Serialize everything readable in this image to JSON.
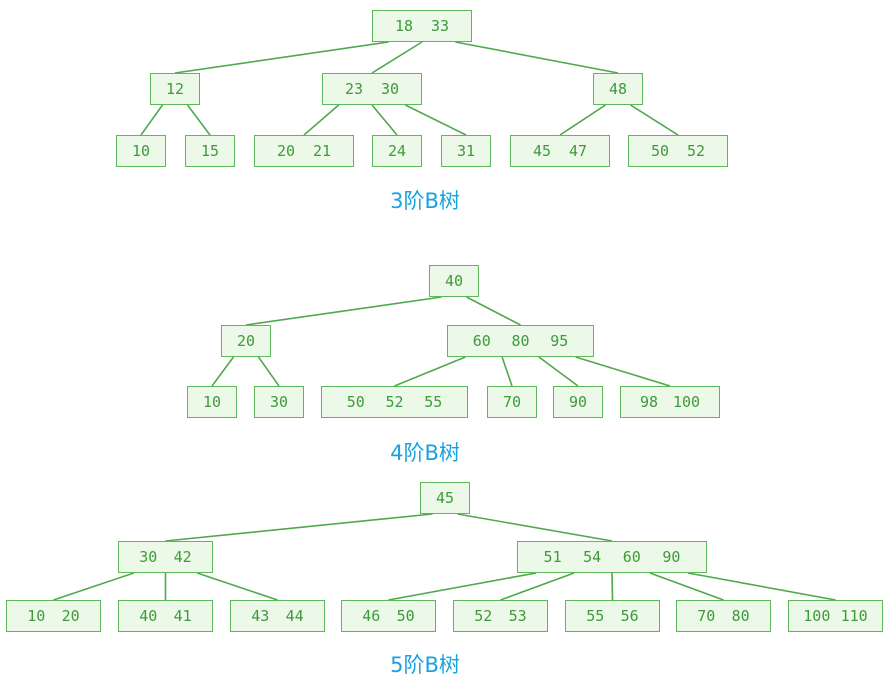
{
  "colors": {
    "edge": "#4fa84c",
    "node_border": "#5db85a",
    "node_fill": "#ecf8e8",
    "key_text": "#3f9a3b",
    "caption": "#1aa1e0"
  },
  "trees": [
    {
      "caption": "3阶B树",
      "nodes": [
        {
          "id": "r",
          "keys": [
            "18",
            "33"
          ]
        },
        {
          "id": "a",
          "keys": [
            "12"
          ]
        },
        {
          "id": "b",
          "keys": [
            "23",
            "30"
          ]
        },
        {
          "id": "c",
          "keys": [
            "48"
          ]
        },
        {
          "id": "a1",
          "keys": [
            "10"
          ]
        },
        {
          "id": "a2",
          "keys": [
            "15"
          ]
        },
        {
          "id": "b1",
          "keys": [
            "20",
            "21"
          ]
        },
        {
          "id": "b2",
          "keys": [
            "24"
          ]
        },
        {
          "id": "b3",
          "keys": [
            "31"
          ]
        },
        {
          "id": "c1",
          "keys": [
            "45",
            "47"
          ]
        },
        {
          "id": "c2",
          "keys": [
            "50",
            "52"
          ]
        }
      ],
      "edges": [
        [
          "r",
          "a"
        ],
        [
          "r",
          "b"
        ],
        [
          "r",
          "c"
        ],
        [
          "a",
          "a1"
        ],
        [
          "a",
          "a2"
        ],
        [
          "b",
          "b1"
        ],
        [
          "b",
          "b2"
        ],
        [
          "b",
          "b3"
        ],
        [
          "c",
          "c1"
        ],
        [
          "c",
          "c2"
        ]
      ]
    },
    {
      "caption": "4阶B树",
      "nodes": [
        {
          "id": "r",
          "keys": [
            "40"
          ]
        },
        {
          "id": "a",
          "keys": [
            "20"
          ]
        },
        {
          "id": "b",
          "keys": [
            "60",
            "80",
            "95"
          ]
        },
        {
          "id": "a1",
          "keys": [
            "10"
          ]
        },
        {
          "id": "a2",
          "keys": [
            "30"
          ]
        },
        {
          "id": "b1",
          "keys": [
            "50",
            "52",
            "55"
          ]
        },
        {
          "id": "b2",
          "keys": [
            "70"
          ]
        },
        {
          "id": "b3",
          "keys": [
            "90"
          ]
        },
        {
          "id": "b4",
          "keys": [
            "98",
            "100"
          ]
        }
      ],
      "edges": [
        [
          "r",
          "a"
        ],
        [
          "r",
          "b"
        ],
        [
          "a",
          "a1"
        ],
        [
          "a",
          "a2"
        ],
        [
          "b",
          "b1"
        ],
        [
          "b",
          "b2"
        ],
        [
          "b",
          "b3"
        ],
        [
          "b",
          "b4"
        ]
      ]
    },
    {
      "caption": "5阶B树",
      "nodes": [
        {
          "id": "r",
          "keys": [
            "45"
          ]
        },
        {
          "id": "a",
          "keys": [
            "30",
            "42"
          ]
        },
        {
          "id": "b",
          "keys": [
            "51",
            "54",
            "60",
            "90"
          ]
        },
        {
          "id": "a1",
          "keys": [
            "10",
            "20"
          ]
        },
        {
          "id": "a2",
          "keys": [
            "40",
            "41"
          ]
        },
        {
          "id": "a3",
          "keys": [
            "43",
            "44"
          ]
        },
        {
          "id": "b1",
          "keys": [
            "46",
            "50"
          ]
        },
        {
          "id": "b2",
          "keys": [
            "52",
            "53"
          ]
        },
        {
          "id": "b3",
          "keys": [
            "55",
            "56"
          ]
        },
        {
          "id": "b4",
          "keys": [
            "70",
            "80"
          ]
        },
        {
          "id": "b5",
          "keys": [
            "100",
            "110"
          ]
        }
      ],
      "edges": [
        [
          "r",
          "a"
        ],
        [
          "r",
          "b"
        ],
        [
          "a",
          "a1"
        ],
        [
          "a",
          "a2"
        ],
        [
          "a",
          "a3"
        ],
        [
          "b",
          "b1"
        ],
        [
          "b",
          "b2"
        ],
        [
          "b",
          "b3"
        ],
        [
          "b",
          "b4"
        ],
        [
          "b",
          "b5"
        ]
      ]
    }
  ]
}
